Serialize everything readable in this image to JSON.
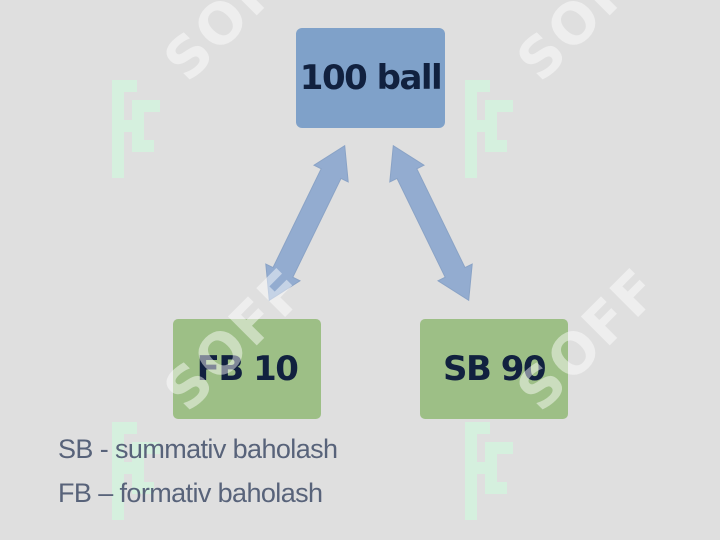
{
  "diagram": {
    "top_node": "100 ball",
    "left_node": "FB 10",
    "right_node": "SB 90",
    "legend": [
      "SB - summativ baholash",
      "FB – formativ baholash"
    ]
  },
  "watermark": {
    "text": "SOFF",
    "icon": "soff-logo-icon"
  },
  "colors": {
    "background": "#dfdfdf",
    "top_box": "#7fa1c9",
    "bottom_boxes": "#9dbf86",
    "arrows": "#93acd0",
    "box_text": "#11213f",
    "legend_text": "#58637a",
    "watermark_logo": "#d4f3de"
  }
}
